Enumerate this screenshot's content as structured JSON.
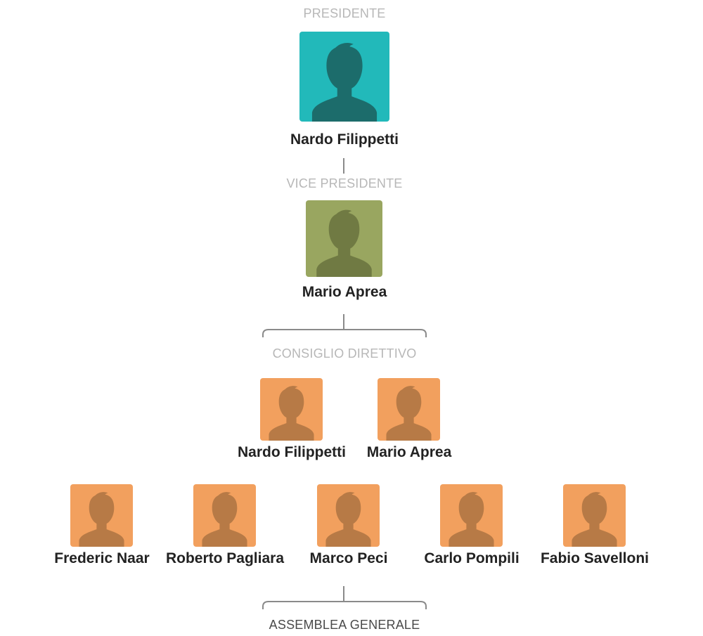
{
  "colors": {
    "president_bg": "#22b9ba",
    "president_fg": "#1c6c6b",
    "vice_bg": "#99a660",
    "vice_fg": "#707a43",
    "member_bg": "#f2a05e",
    "member_fg": "#b77a46",
    "label": "#b7b7b7",
    "connector": "#8a8a8a"
  },
  "icons": {
    "avatar": "person-silhouette-icon"
  },
  "president": {
    "role": "PRESIDENTE",
    "name": "Nardo Filippetti"
  },
  "vice_president": {
    "role": "VICE PRESIDENTE",
    "name": "Mario Aprea"
  },
  "board": {
    "role": "CONSIGLIO DIRETTIVO",
    "members": [
      {
        "name": "Nardo Filippetti"
      },
      {
        "name": "Mario Aprea"
      }
    ]
  },
  "members": [
    {
      "name": "Frederic Naar"
    },
    {
      "name": "Roberto Pagliara"
    },
    {
      "name": "Marco Peci"
    },
    {
      "name": "Carlo Pompili"
    },
    {
      "name": "Fabio Savelloni"
    }
  ],
  "assembly": {
    "role": "ASSEMBLEA GENERALE"
  }
}
